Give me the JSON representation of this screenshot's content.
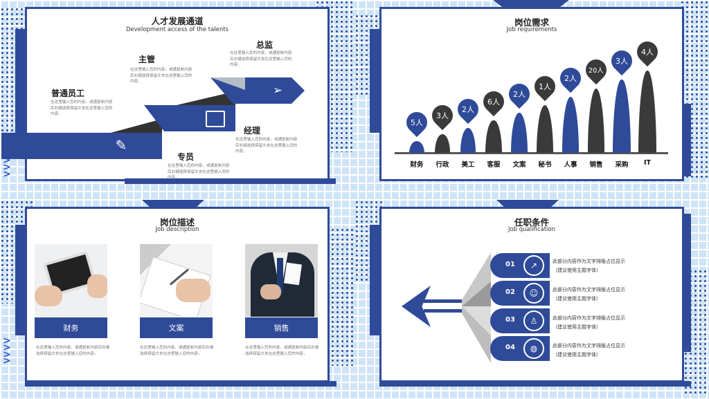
{
  "slide1": {
    "title": "人才发展通道",
    "subtitle": "Development access of the talents",
    "levels": [
      {
        "name": "普通员工",
        "text": "在这里输入您的内容，或通复制内容后右键选择保留文本在这里输入您的内容，",
        "icon": "pencil-icon"
      },
      {
        "name": "主管",
        "text": "在这里输入您的内容，或通复制内容后右键选择保留文本在这里输入您的内容，",
        "icon": "none"
      },
      {
        "name": "总监",
        "text": "在这里输入您的内容，或通复制内容后右键选择保留文本在这里输入您的内容，",
        "icon": "paper-plane-icon"
      },
      {
        "name": "经理",
        "text": "在这里输入您的内容，或通复制内容后右键选择保留文本在这里输入您的内容，",
        "icon": "monitor-icon"
      },
      {
        "name": "专员",
        "text": "在这里输入您的内容，或通复制内容后右键选择保留文本在这里输入您的内容，",
        "icon": "none"
      }
    ]
  },
  "slide2": {
    "title": "岗位需求",
    "subtitle": "Job requirements",
    "chart_data": {
      "type": "bar",
      "categories": [
        "财务",
        "行政",
        "美工",
        "客服",
        "文案",
        "秘书",
        "人事",
        "销售",
        "采购",
        "IT"
      ],
      "values": [
        5,
        3,
        2,
        6,
        2,
        1,
        2,
        20,
        3,
        4
      ],
      "labels": [
        "5人",
        "3人",
        "2人",
        "6人",
        "2人",
        "1人",
        "2人",
        "20人",
        "3人",
        "4人"
      ],
      "colors": [
        "#2f4a98",
        "#3a3a3a",
        "#2f4a98",
        "#3a3a3a",
        "#2f4a98",
        "#3a3a3a",
        "#2f4a98",
        "#3a3a3a",
        "#2f4a98",
        "#3a3a3a"
      ]
    }
  },
  "slide3": {
    "title": "岗位描述",
    "subtitle": "Job description",
    "cards": [
      {
        "label": "财务",
        "text": "在这里输入您的内容，或通复制内容后右键选择保留文本在这里输入您的内容，"
      },
      {
        "label": "文案",
        "text": "在这里输入您的内容，或通复制内容后右键选择保留文本在这里输入您的内容，"
      },
      {
        "label": "销售",
        "text": "在这里输入您的内容，或通复制内容后右键选择保留文本在这里输入您的内容，"
      }
    ]
  },
  "slide4": {
    "title": "任职条件",
    "subtitle": "Job qualification",
    "items": [
      {
        "num": "01",
        "line1": "此部分内容作为文字排版占位显示",
        "line2": "（建议使用主题字体）",
        "icon": "share-icon"
      },
      {
        "num": "02",
        "line1": "此部分内容作为文字排版占位显示",
        "line2": "（建议使用主题字体）",
        "icon": "team-icon"
      },
      {
        "num": "03",
        "line1": "此部分内容作为文字排版占位显示",
        "line2": "（建议使用主题字体）",
        "icon": "person-icon"
      },
      {
        "num": "04",
        "line1": "此部分内容作为文字排版占位显示",
        "line2": "（建议使用主题字体）",
        "icon": "globe-icon"
      }
    ]
  }
}
